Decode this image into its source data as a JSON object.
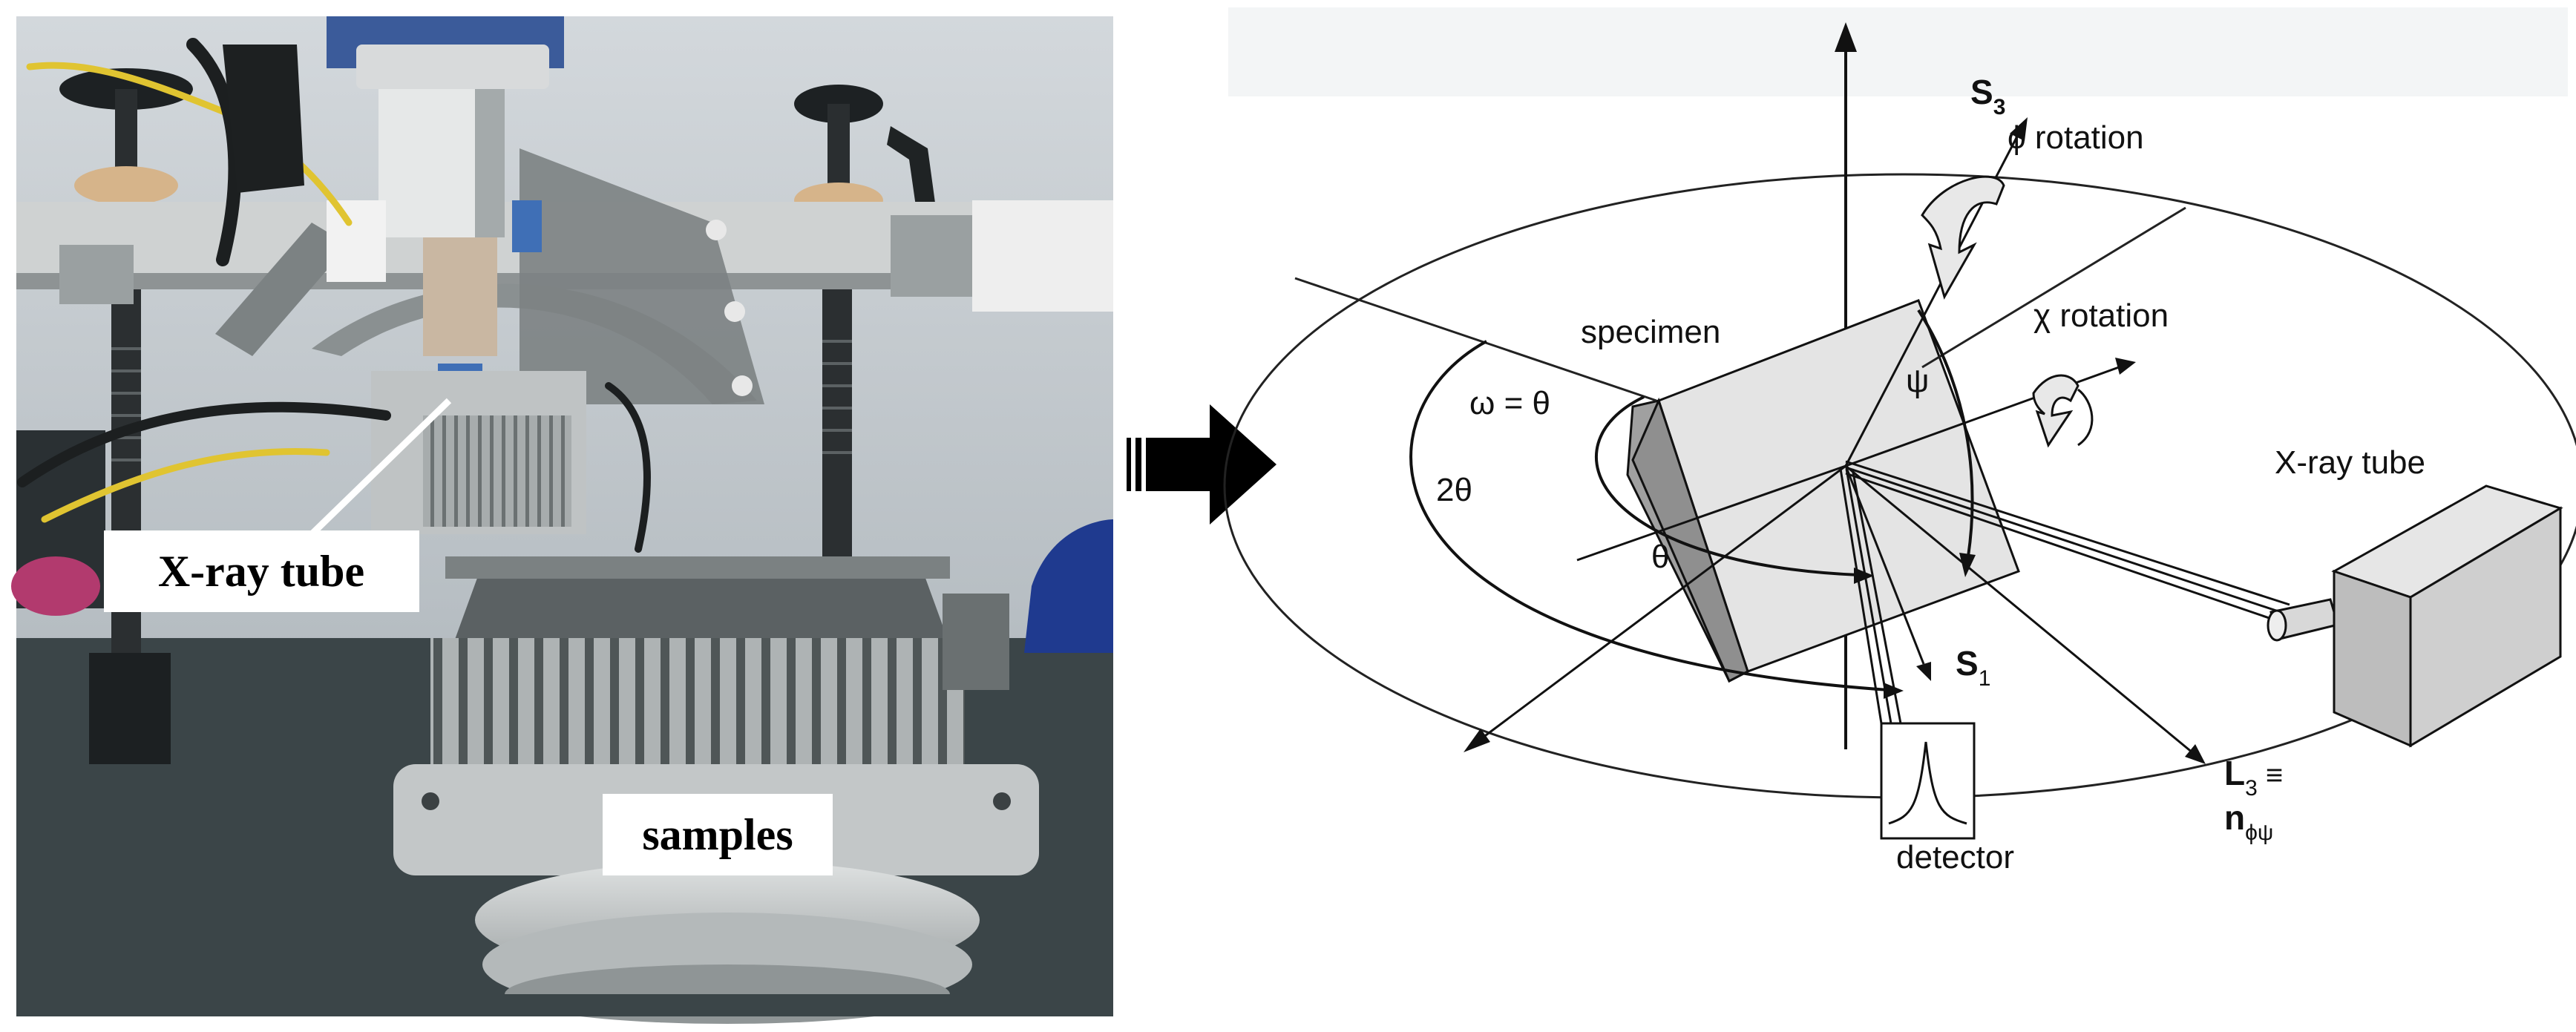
{
  "photo": {
    "label_xray_tube": "X-ray tube",
    "label_samples": "samples"
  },
  "diagram": {
    "label_S3": "S",
    "label_S3_sub": "3",
    "label_phi_rotation": "ϕ rotation",
    "label_chi_rotation": "χ rotation",
    "label_specimen": "specimen",
    "label_psi": "ψ",
    "label_omega_theta": "ω = θ",
    "label_2theta": "2θ",
    "label_theta": "θ",
    "label_S1": "S",
    "label_S1_sub": "1",
    "label_xray_tube": "X-ray tube",
    "label_L3": "L",
    "label_L3_sub": "3",
    "label_equiv": " ≡",
    "label_n": "n",
    "label_n_sub": "ϕψ",
    "label_detector": "detector"
  },
  "colors": {
    "photo_wall": "#b9bfc4",
    "photo_bench": "#3b4548",
    "metal_light": "#cfd2d2",
    "metal_mid": "#8e9394",
    "metal_dark": "#4c5253",
    "arrow": "#000000",
    "box_light": "#e6e6e6",
    "box_mid": "#c8c8c8",
    "box_dark": "#9a9a9a"
  }
}
